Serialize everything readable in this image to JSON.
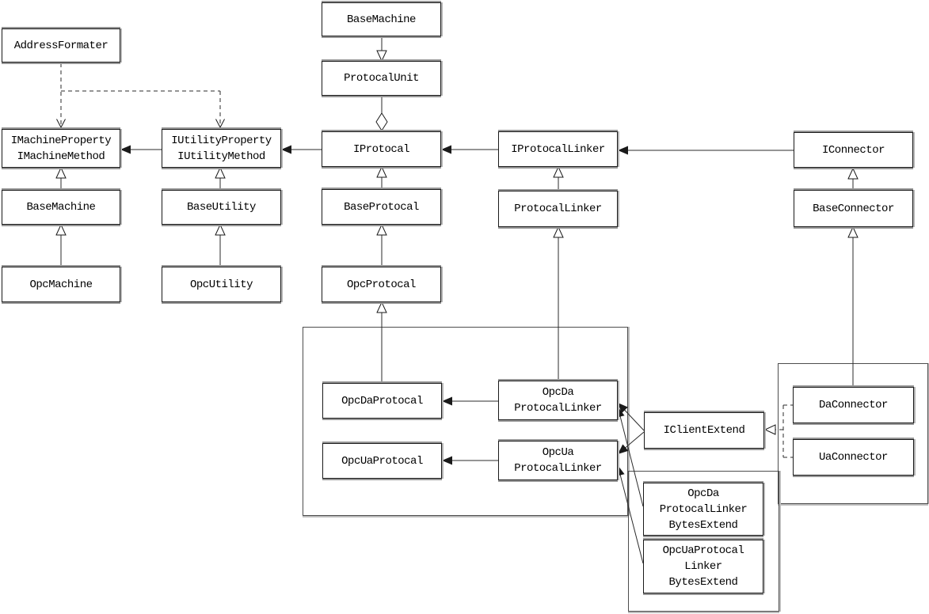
{
  "diagram": {
    "kind": "uml-class-diagram",
    "language_note": "class names as rendered (Protocal / Formater spellings are verbatim)"
  },
  "nodes": {
    "address_formater": "AddressFormater",
    "i_machine": "IMachineProperty\nIMachineMethod",
    "i_utility": "IUtilityProperty\nIUtilityMethod",
    "base_machine_left": "BaseMachine",
    "opc_machine": "OpcMachine",
    "base_utility": "BaseUtility",
    "opc_utility": "OpcUtility",
    "base_machine_top": "BaseMachine",
    "protocal_unit": "ProtocalUnit",
    "i_protocal": "IProtocal",
    "i_protocal_linker": "IProtocalLinker",
    "i_connector": "IConnector",
    "base_protocal": "BaseProtocal",
    "protocal_linker": "ProtocalLinker",
    "base_connector": "BaseConnector",
    "opc_protocal": "OpcProtocal",
    "opc_da_protocal": "OpcDaProtocal",
    "opc_da_protocal_linker": "OpcDa\nProtocalLinker",
    "opc_ua_protocal": "OpcUaProtocal",
    "opc_ua_protocal_linker": "OpcUa\nProtocalLinker",
    "i_client_extend": "IClientExtend",
    "da_connector": "DaConnector",
    "ua_connector": "UaConnector",
    "opc_da_bytes_extend": "OpcDa\nProtocalLinker\nBytesExtend",
    "opc_ua_bytes_extend": "OpcUaProtocal\nLinker\nBytesExtend"
  },
  "edges": [
    {
      "from": "AddressFormater",
      "to": "IMachineProperty/IMachineMethod",
      "type": "dependency-dashed-open-arrow"
    },
    {
      "from": "AddressFormater",
      "to": "IUtilityProperty/IUtilityMethod",
      "type": "dependency-dashed-open-arrow"
    },
    {
      "from": "IUtilityProperty/IUtilityMethod",
      "to": "IMachineProperty/IMachineMethod",
      "type": "association-filled-arrow"
    },
    {
      "from": "IProtocal",
      "to": "IUtilityProperty/IUtilityMethod",
      "type": "association-filled-arrow"
    },
    {
      "from": "IProtocalLinker",
      "to": "IProtocal",
      "type": "association-filled-arrow"
    },
    {
      "from": "IConnector",
      "to": "IProtocalLinker",
      "type": "association-filled-arrow"
    },
    {
      "from": "BaseMachine(left)",
      "to": "IMachineProperty/IMachineMethod",
      "type": "inheritance-open-triangle"
    },
    {
      "from": "OpcMachine",
      "to": "BaseMachine(left)",
      "type": "inheritance-open-triangle"
    },
    {
      "from": "BaseUtility",
      "to": "IUtilityProperty/IUtilityMethod",
      "type": "inheritance-open-triangle"
    },
    {
      "from": "OpcUtility",
      "to": "BaseUtility",
      "type": "inheritance-open-triangle"
    },
    {
      "from": "BaseMachine(top)",
      "to": "ProtocalUnit",
      "type": "inheritance-open-triangle-downward"
    },
    {
      "from": "ProtocalUnit",
      "to": "IProtocal",
      "type": "aggregation-open-diamond"
    },
    {
      "from": "BaseProtocal",
      "to": "IProtocal",
      "type": "inheritance-open-triangle"
    },
    {
      "from": "OpcProtocal",
      "to": "BaseProtocal",
      "type": "inheritance-open-triangle"
    },
    {
      "from": "OpcDaProtocal",
      "to": "OpcProtocal",
      "type": "inheritance-open-triangle"
    },
    {
      "from": "ProtocalLinker",
      "to": "IProtocalLinker",
      "type": "inheritance-open-triangle"
    },
    {
      "from": "OpcDa ProtocalLinker",
      "to": "ProtocalLinker",
      "type": "inheritance-open-triangle"
    },
    {
      "from": "BaseConnector",
      "to": "IConnector",
      "type": "inheritance-open-triangle"
    },
    {
      "from": "DaConnector",
      "to": "BaseConnector",
      "type": "inheritance-open-triangle"
    },
    {
      "from": "OpcDa ProtocalLinker",
      "to": "OpcDaProtocal",
      "type": "association-filled-arrow"
    },
    {
      "from": "OpcUa ProtocalLinker",
      "to": "OpcUaProtocal",
      "type": "association-filled-arrow"
    },
    {
      "from": "IClientExtend",
      "to": "OpcDa ProtocalLinker",
      "type": "association-filled-arrow"
    },
    {
      "from": "IClientExtend",
      "to": "OpcUa ProtocalLinker",
      "type": "association-filled-arrow"
    },
    {
      "from": "OpcDa ProtocalLinker BytesExtend",
      "to": "OpcDa ProtocalLinker",
      "type": "association-filled-arrow"
    },
    {
      "from": "OpcUaProtocal Linker BytesExtend",
      "to": "OpcUa ProtocalLinker",
      "type": "association-filled-arrow"
    },
    {
      "from": "DaConnector",
      "to": "IClientExtend",
      "type": "realization-dashed-open-triangle"
    },
    {
      "from": "UaConnector",
      "to": "IClientExtend",
      "type": "realization-dashed-open-triangle"
    }
  ],
  "colors": {
    "background": "#ffffff",
    "box_border": "#1a1a1a",
    "box_shadow": "#969696",
    "line": "#2b2b2b",
    "text": "#000000"
  }
}
